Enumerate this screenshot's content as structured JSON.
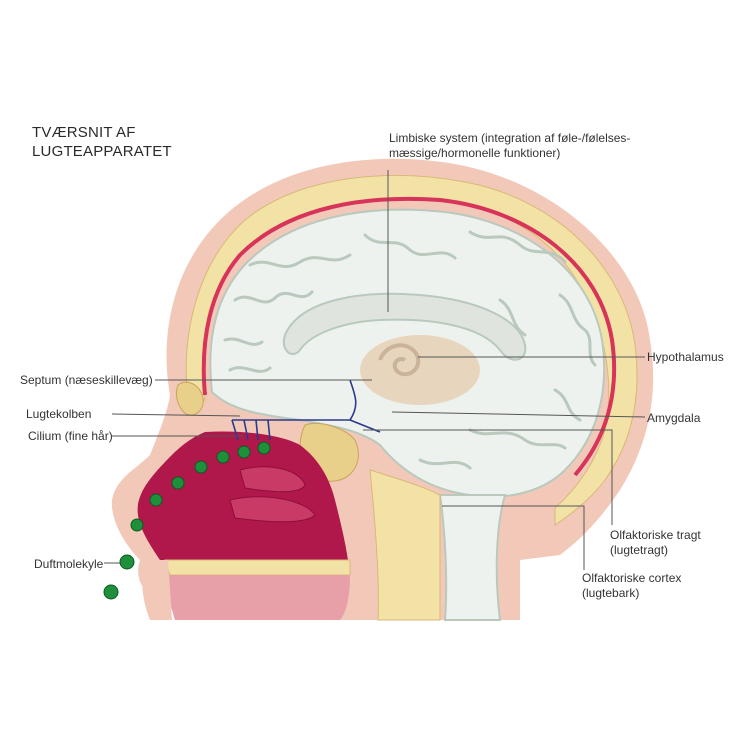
{
  "title": {
    "line1": "TVÆRSNIT AF",
    "line2": "LUGTEAPPARATET"
  },
  "labels": {
    "limbic_line1": "Limbiske system (integration af føle-/følelses-",
    "limbic_line2": "mæssige/hormonelle funktioner)",
    "hypothalamus": "Hypothalamus",
    "septum": "Septum (næseskillevæg)",
    "lugtekolben": "Lugtekolben",
    "cilium": "Cilium (fine hår)",
    "amygdala": "Amygdala",
    "olf_tract_line1": "Olfaktoriske tragt",
    "olf_tract_line2": "(lugtetragt)",
    "olf_cortex_line1": "Olfaktoriske cortex",
    "olf_cortex_line2": "(lugtebark)",
    "duftmolekyle": "Duftmolekyle"
  },
  "colors": {
    "skin": "#f2c9b9",
    "skull": "#f3e2a6",
    "dura": "#d8345a",
    "brain": "#eef2ee",
    "brain_fold": "#b9c9bd",
    "nasal_cavity": "#b0174a",
    "molecule": "#1e8f3a",
    "nerve": "#2a3a8c",
    "leader_line": "#555555"
  }
}
